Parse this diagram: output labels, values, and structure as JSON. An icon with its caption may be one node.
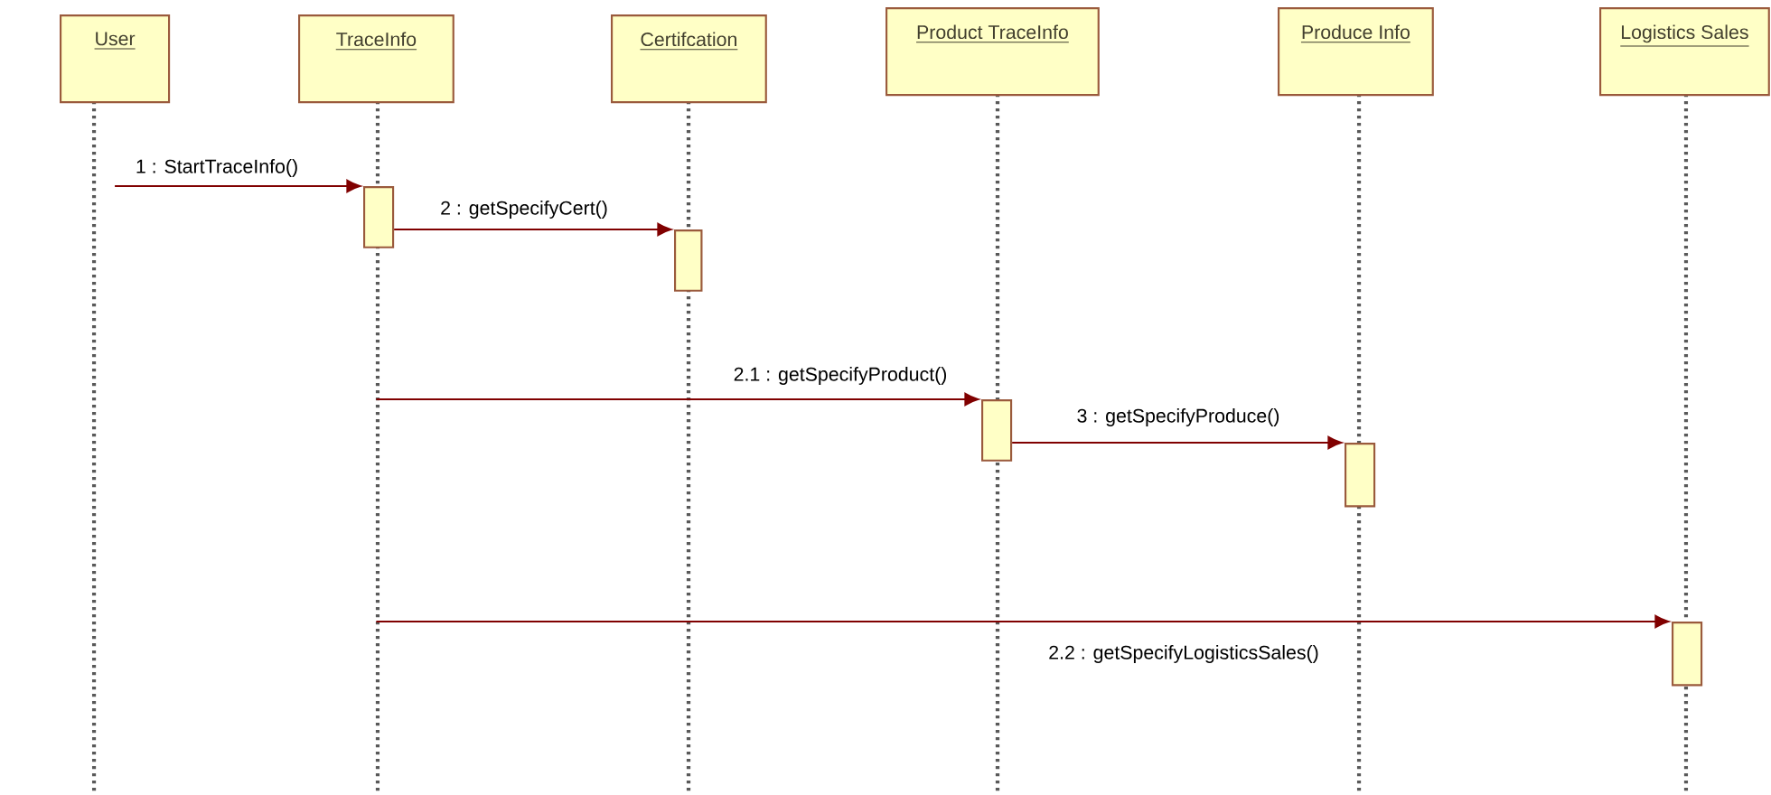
{
  "diagram": {
    "nodes": [
      {
        "text": [
          "User"
        ]
      },
      {
        "text": [
          "TraceInfo"
        ]
      },
      {
        "text": [
          "Certifcation"
        ]
      },
      {
        "text": [
          "Product  TraceInfo"
        ]
      },
      {
        "text": [
          "Produce  Info"
        ]
      },
      {
        "text": [
          "Logistics  Sales"
        ]
      },
      {
        "text": [],
        "shape": "bar",
        "in": 1
      },
      {
        "text": [],
        "shape": "bar"
      },
      {
        "text": [],
        "shape": "bar"
      },
      {
        "text": [],
        "shape": "bar"
      },
      {
        "text": [],
        "shape": "bar"
      }
    ],
    "edges": [
      {
        "from": 0,
        "to": 6,
        "arrow": "to",
        "label": "1 : StartTraceInfo()"
      },
      {
        "from": 6,
        "to": 7,
        "arrow": "to",
        "label": "2 : getSpecifyCert()"
      },
      {
        "from": 1,
        "to": 8,
        "arrow": "to",
        "label": "2.1 : getSpecifyProduct()"
      },
      {
        "from": 8,
        "to": 9,
        "arrow": "to",
        "label": "3 : getSpecifyProduce()"
      },
      {
        "from": 1,
        "to": 10,
        "arrow": "to",
        "label": "2.2 : getSpecifyLogisticsSales()"
      }
    ]
  }
}
